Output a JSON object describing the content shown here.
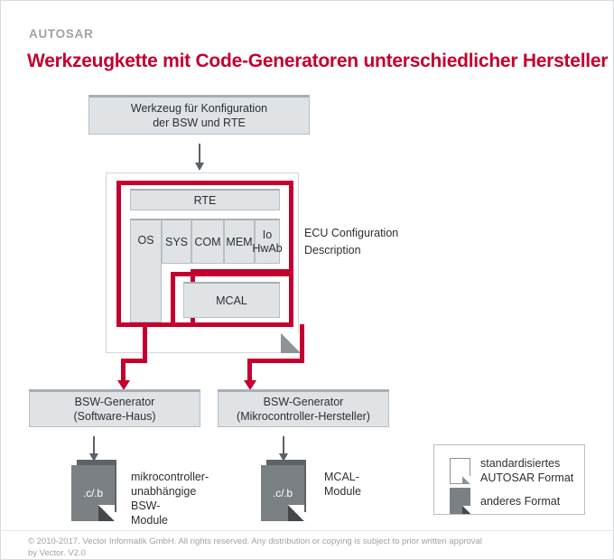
{
  "header": {
    "kicker": "AUTOSAR",
    "title": "Werkzeugkette mit Code-Generatoren unterschiedlicher Hersteller"
  },
  "colors": {
    "accent_red": "#c3002f",
    "box_fill": "#dfe3e6",
    "box_border": "#b9bec3",
    "kicker_gray": "#9ea3a8",
    "file_gray": "#7b8084",
    "arrow_gray": "#5b6166"
  },
  "diagram": {
    "tool_box": {
      "line1": "Werkzeug für Konfiguration",
      "line2": "der BSW und RTE"
    },
    "ecu_document": {
      "rte_label": "RTE",
      "modules": [
        "OS",
        "SYS",
        "COM",
        "MEM"
      ],
      "io_module": {
        "line1": "Io",
        "line2": "HwAb"
      },
      "mcal_label": "MCAL",
      "side_label": {
        "line1": "ECU Configuration",
        "line2": "Description"
      }
    },
    "generators": [
      {
        "line1": "BSW-Generator",
        "line2": "(Software-Haus)"
      },
      {
        "line1": "BSW-Generator",
        "line2": "(Mikrocontroller-Hersteller)"
      }
    ],
    "outputs": [
      {
        "file_label": ".c/.b",
        "caption_lines": [
          "mikrocontroller-",
          "unabhängige",
          "BSW-",
          "Module"
        ]
      },
      {
        "file_label": ".c/.b",
        "caption_lines": [
          "MCAL-",
          "Module"
        ]
      }
    ]
  },
  "legend": {
    "items": [
      {
        "icon": "white-document-icon",
        "line1": "standardisiertes",
        "line2": "AUTOSAR Format"
      },
      {
        "icon": "gray-document-icon",
        "line1": "anderes Format",
        "line2": ""
      }
    ]
  },
  "footer": {
    "line1": "© 2010-2017. Vector Informatik GmbH. All rights reserved. Any distribution or copying is subject to prior written approval",
    "line2": "by Vector. V2.0"
  }
}
